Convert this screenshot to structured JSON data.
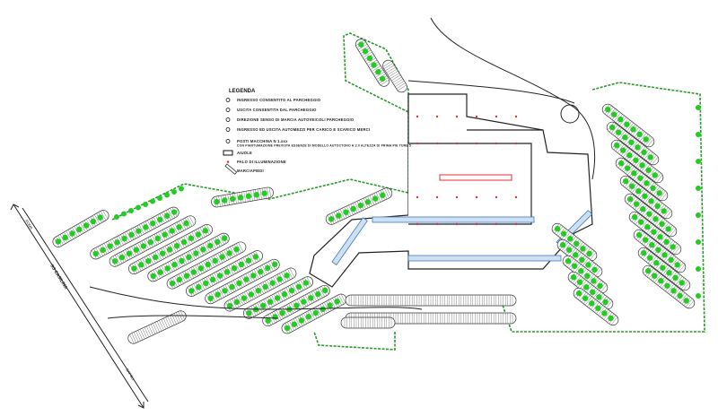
{
  "legend": {
    "title": "LEGENDA",
    "items": [
      {
        "icon": "entry-icon",
        "label": "INGRESSO CONSENTITO AL PARCHEGGIO"
      },
      {
        "icon": "exit-icon",
        "label": "USCITA CONSENTITA DAL PARCHEGGIO"
      },
      {
        "icon": "direction-arrow-icon",
        "label": "DIREZIONE SENSO DI MARCIA AUTOVEICOLI PARCHEGGIO"
      },
      {
        "icon": "truck-icon",
        "label": "INGRESSO ED USCITA AUTOMEZZI PER CARICO E SCARICO MERCI"
      },
      {
        "icon": "parking-spaces-icon",
        "label": "POSTI MACCHINA N 1.xxx",
        "sub": "CON PIANTUMAZIONE PREVISTA ESSENZE DI MODELLO AUTOCTONO H 2.0 ALTEZZA DI PRIMA PIE TURE 5"
      },
      {
        "icon": "flowerbed-icon",
        "label": "AIUOLE"
      },
      {
        "icon": "light-pole-icon",
        "label": "PALO DI ILLUMINAZIONE"
      },
      {
        "icon": "sidewalk-icon",
        "label": "MARCIAPIEDI"
      }
    ]
  },
  "road": {
    "name": "SS CASILINA",
    "dir_north": "ROMA",
    "dir_south": "NAPOLI"
  },
  "colors": {
    "tree": "#22cc22",
    "boundary": "#2a9a2a",
    "hatch": "#3a7bbf",
    "pole": "#e0303a",
    "line": "#333333"
  }
}
